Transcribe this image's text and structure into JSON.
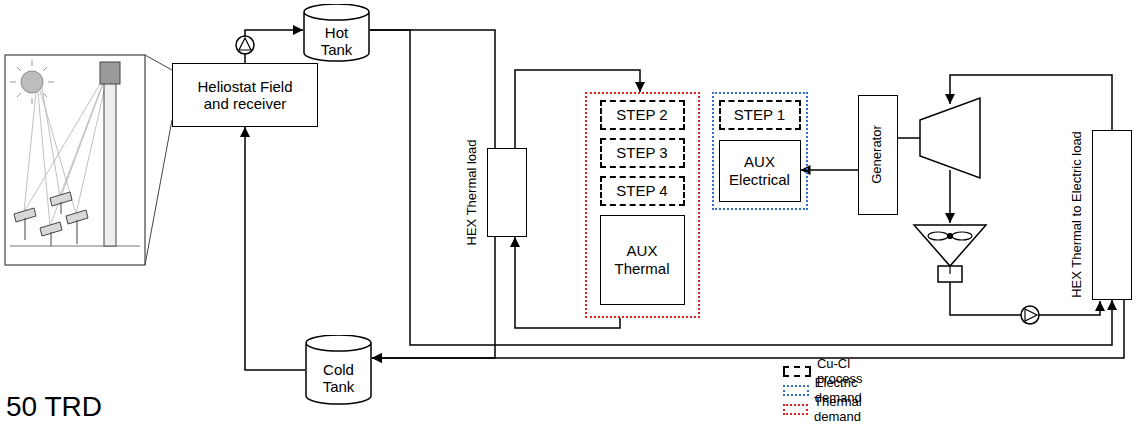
{
  "diagram": {
    "nodes": [
      {
        "text": [
          "Heliostat Field and receiver"
        ]
      },
      {
        "text": [
          "Hot Tank"
        ]
      },
      {
        "text": [
          "Cold Tank"
        ]
      },
      {
        "text": [
          "HEX Thermal load"
        ]
      },
      {
        "text": []
      },
      {
        "text": [
          "STEP 2"
        ],
        "in": 4
      },
      {
        "text": [
          "STEP 3"
        ],
        "in": 4
      },
      {
        "text": [
          "STEP 4"
        ],
        "in": 4
      },
      {
        "text": [
          "AUX Thermal"
        ],
        "in": 4
      },
      {
        "text": []
      },
      {
        "text": [
          "STEP 1"
        ],
        "in": 9
      },
      {
        "text": [
          "AUX Electrical"
        ],
        "in": 9
      },
      {
        "text": [
          "Generator"
        ]
      },
      {
        "text": [
          "HEX Thermal to Electric load"
        ]
      }
    ],
    "edges": [
      {
        "from": 0,
        "to": 1,
        "arrow": "to"
      },
      {
        "from": 2,
        "to": 0,
        "arrow": "to"
      },
      {
        "from": 1,
        "to": 3,
        "arrow": "none"
      },
      {
        "from": 1,
        "to": 13,
        "arrow": "to"
      },
      {
        "from": 3,
        "to": 4,
        "arrow": "to"
      },
      {
        "from": 4,
        "to": 3,
        "arrow": "to"
      },
      {
        "from": 3,
        "to": 2,
        "arrow": "to"
      },
      {
        "from": 13,
        "to": 2,
        "arrow": "to"
      },
      {
        "from": 12,
        "to": 11,
        "arrow": "to"
      }
    ],
    "labels": [
      "50 TRD"
    ],
    "legend": [
      {
        "text": "Cu-Cl process"
      },
      {
        "text": "Electric demand"
      },
      {
        "text": "Thermal demand"
      }
    ]
  }
}
